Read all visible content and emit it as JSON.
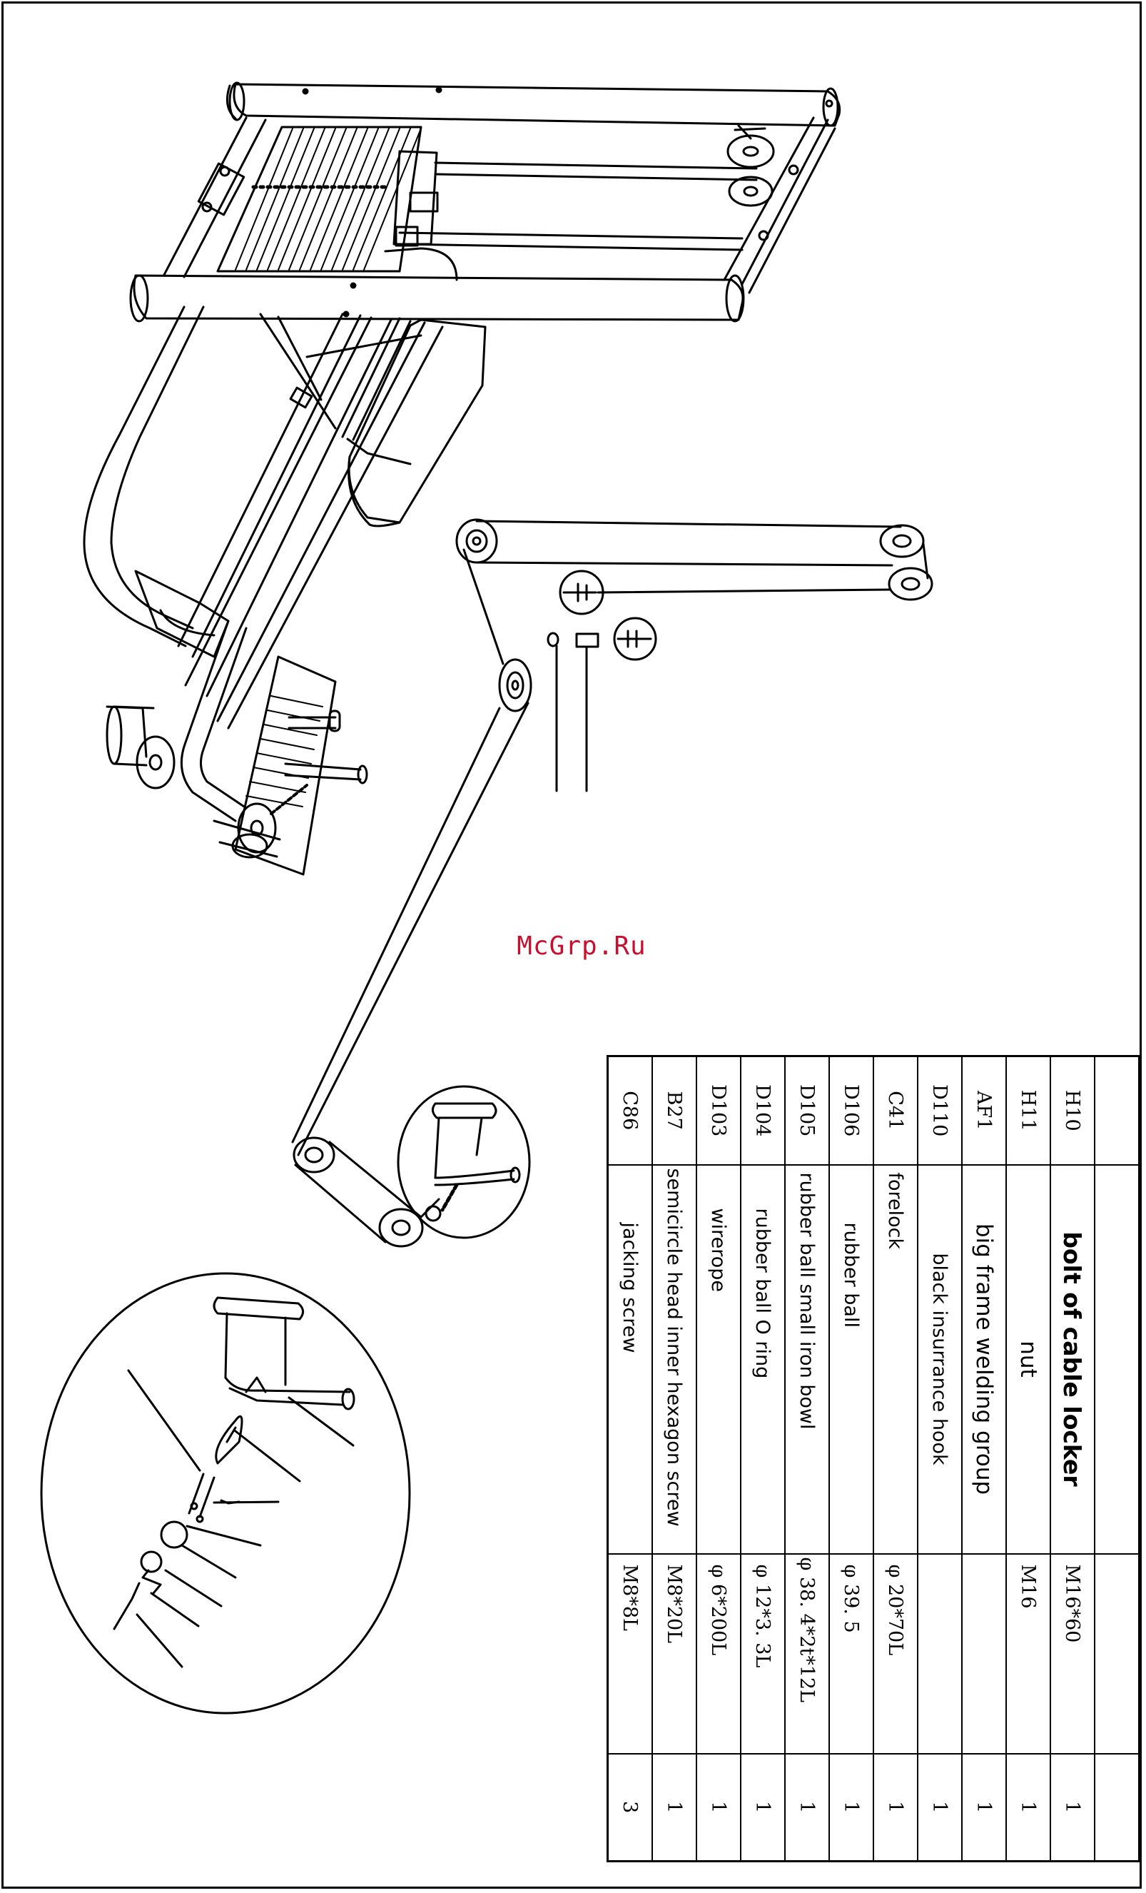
{
  "watermark": "McGrp.Ru",
  "parts_table": {
    "rows": [
      {
        "code": "",
        "name": "",
        "spec": "",
        "qty": ""
      },
      {
        "code": "H10",
        "name": "bolt of cable locker",
        "spec": "M16*60",
        "qty": "1"
      },
      {
        "code": "H11",
        "name": "nut",
        "spec": "M16",
        "qty": "1"
      },
      {
        "code": "AF1",
        "name": "big frame welding group",
        "spec": "",
        "qty": "1"
      },
      {
        "code": "D110",
        "name": "black insurrance hook",
        "spec": "",
        "qty": "1"
      },
      {
        "code": "C41",
        "name": "forelock",
        "spec": "φ 20*70L",
        "qty": "1"
      },
      {
        "code": "D106",
        "name": "rubber ball",
        "spec": "φ 39. 5",
        "qty": "1"
      },
      {
        "code": "D105",
        "name": "rubber ball small iron bowl",
        "spec": "φ 38. 4*2t*12L",
        "qty": "1"
      },
      {
        "code": "D104",
        "name": "rubber ball O ring",
        "spec": "φ 12*3. 3L",
        "qty": "1"
      },
      {
        "code": "D103",
        "name": "wirerope",
        "spec": "φ 6*200L",
        "qty": "1"
      },
      {
        "code": "B27",
        "name": "semicircle head inner hexagon screw",
        "spec": "M8*20L",
        "qty": "1"
      },
      {
        "code": "C86",
        "name": "jacking screw",
        "spec": "M8*8L",
        "qty": "3"
      }
    ]
  }
}
